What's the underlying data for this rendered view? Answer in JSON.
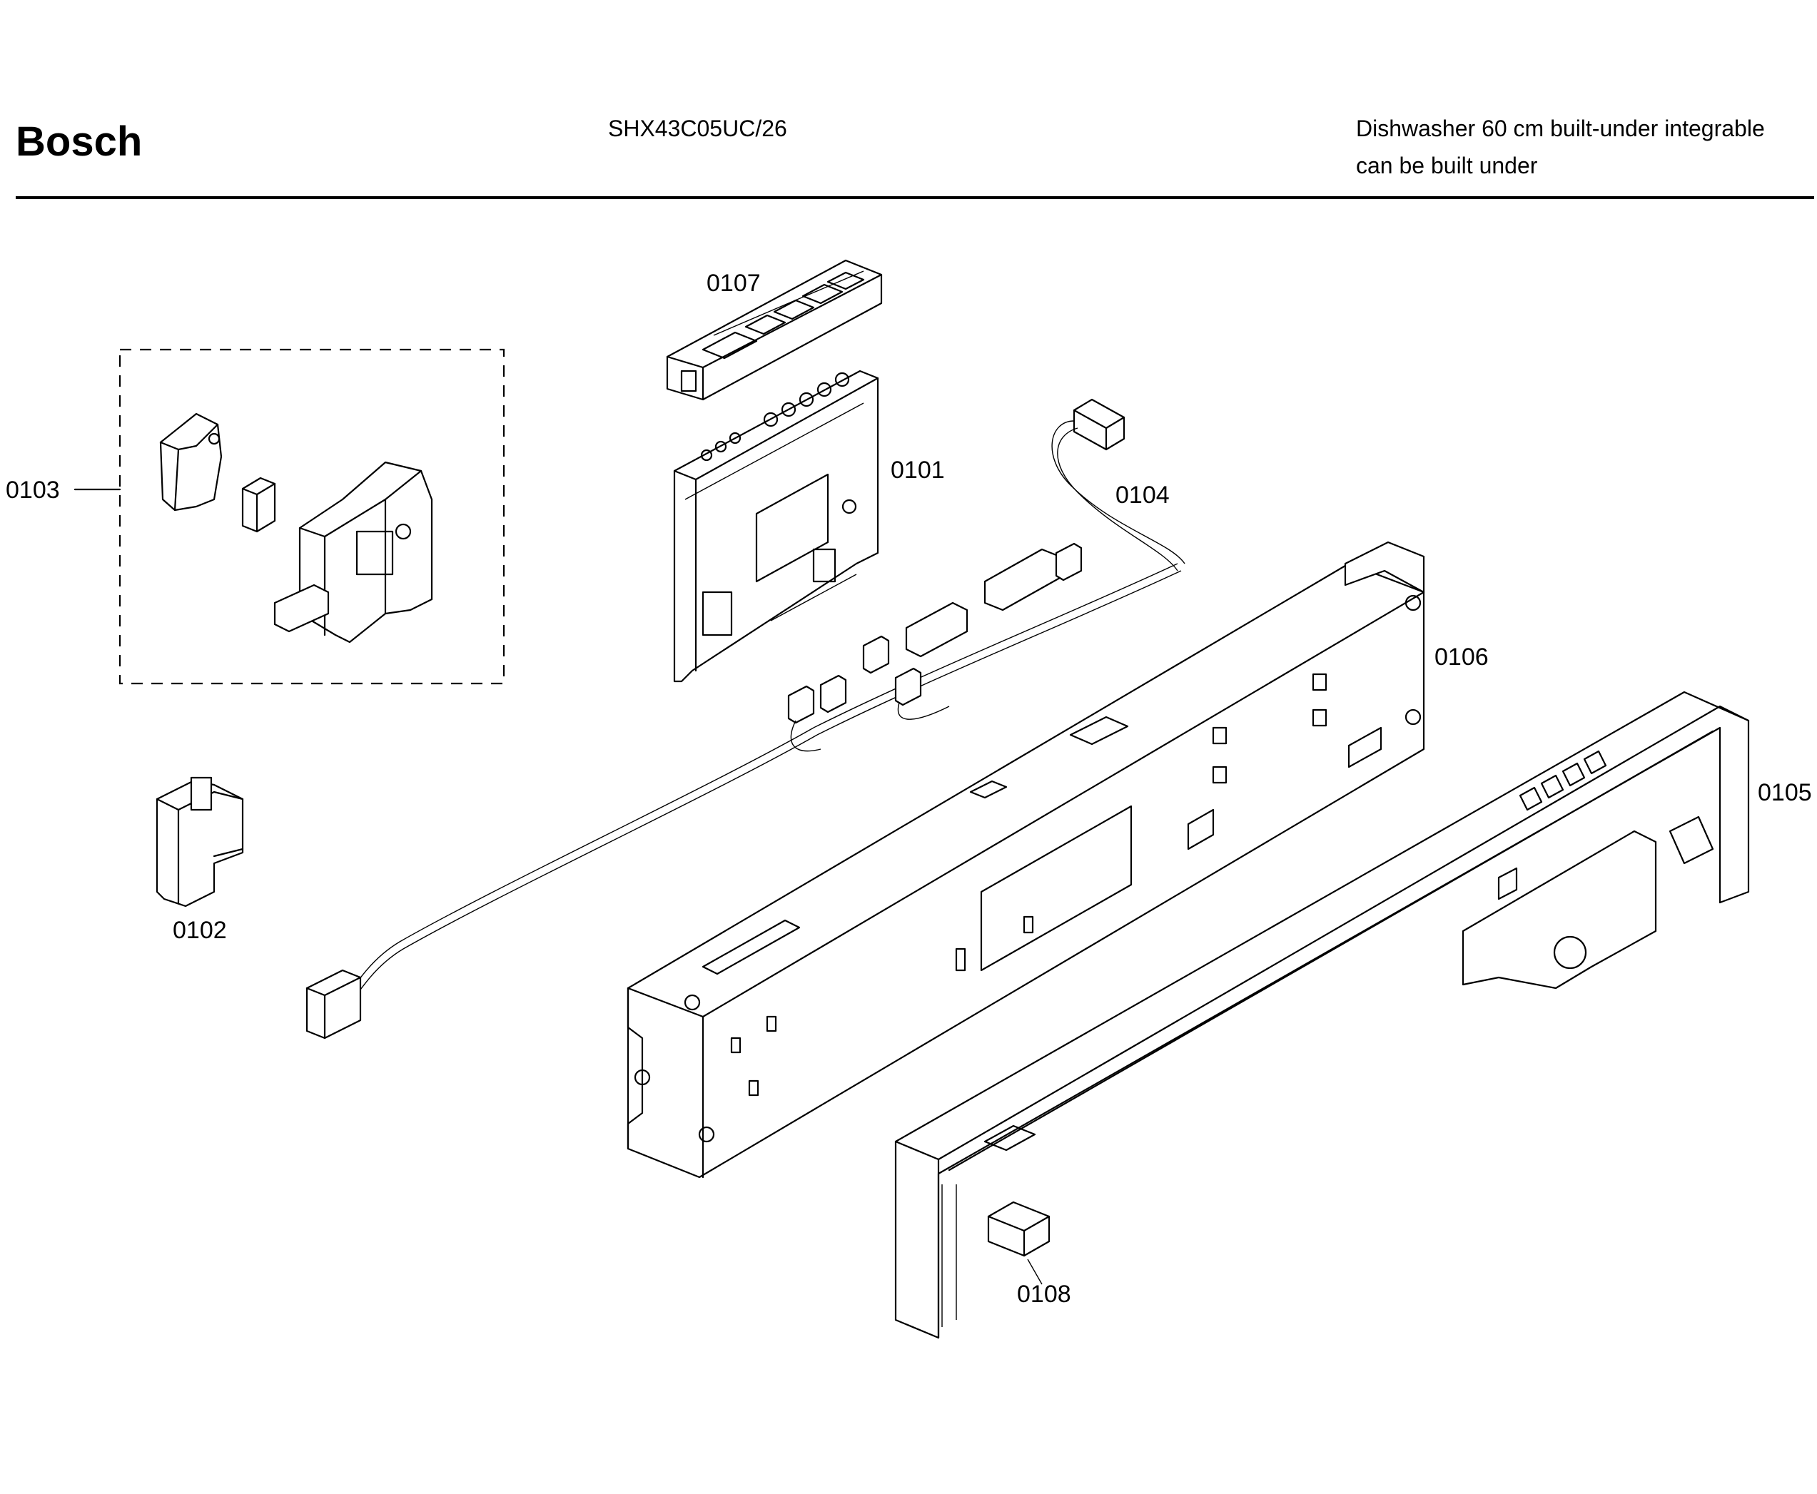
{
  "header": {
    "brand": "Bosch",
    "model": "SHX43C05UC/26",
    "description_line1": "Dishwasher 60 cm built-under integrable",
    "description_line2": "can be built under"
  },
  "callouts": [
    {
      "id": "p0107",
      "label": "0107"
    },
    {
      "id": "p0101",
      "label": "0101"
    },
    {
      "id": "p0103",
      "label": "0103"
    },
    {
      "id": "p0104",
      "label": "0104"
    },
    {
      "id": "p0106",
      "label": "0106"
    },
    {
      "id": "p0105",
      "label": "0105"
    },
    {
      "id": "p0102",
      "label": "0102"
    },
    {
      "id": "p0108",
      "label": "0108"
    }
  ]
}
